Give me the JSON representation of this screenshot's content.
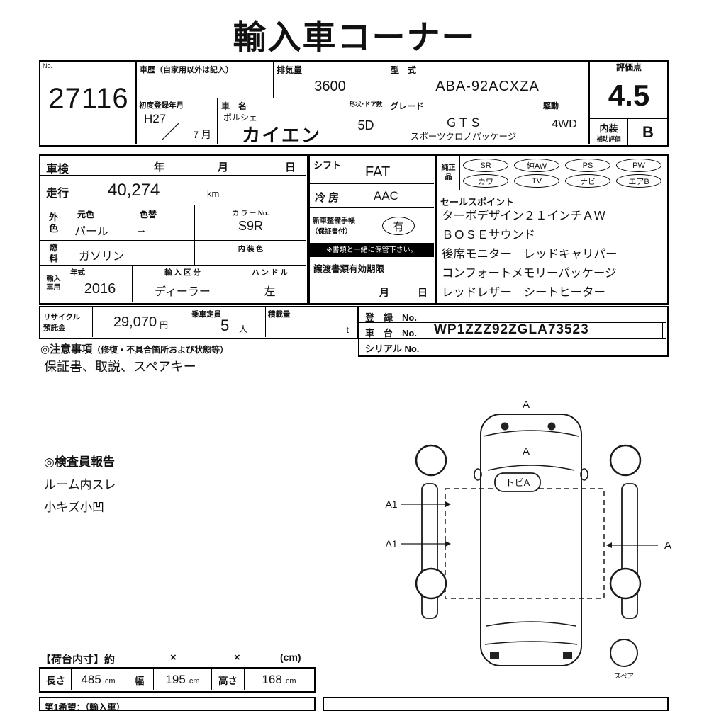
{
  "title": "輸入車コーナー",
  "header": {
    "no_label": "No.",
    "lot_number": "27116",
    "history_label": "車歴（自家用以外は記入）",
    "displacement_label": "排気量",
    "displacement_value": "3600",
    "model_code_label": "型　式",
    "model_code_value": "ABA-92ACXZA",
    "first_reg_label": "初度登録年月",
    "first_reg_year": "H27",
    "first_reg_slash": "／",
    "first_reg_month": "7 月",
    "car_name_label": "車　名",
    "maker": "ポルシェ",
    "car_name": "カイエン",
    "shape_label": "形状･ドア数",
    "shape_value": "5D",
    "grade_label": "グレード",
    "grade_value": "ＧＴＳ",
    "grade_sub": "スポーツクロノパッケージ",
    "drive_label": "駆動",
    "drive_value": "4WD"
  },
  "evaluation": {
    "score_label": "評価点",
    "score_value": "4.5",
    "interior_label": "内装",
    "aux_label": "補助評価",
    "interior_grade": "B"
  },
  "spec": {
    "shaken_label": "車検",
    "year_label": "年",
    "month_label": "月",
    "day_label": "日",
    "mileage_label": "走行",
    "mileage_value": "40,274",
    "mileage_unit": "km",
    "ext_color_top": "外",
    "ext_color_bottom": "色",
    "base_color_label": "元色",
    "color_change_label": "色替",
    "base_color_value": "パール",
    "arrow": "→",
    "color_no_label": "カ ラ ー No.",
    "color_no_value": "S9R",
    "fuel_top": "燃",
    "fuel_bottom": "料",
    "fuel_value": "ガソリン",
    "interior_color_label": "内 装 色",
    "import_top": "輸入",
    "import_bottom": "車用",
    "year_model_label": "年式",
    "year_model_value": "2016",
    "import_type_label": "輸 入 区 分",
    "import_type_value": "ディーラー",
    "handle_label": "ハ ン ド ル",
    "handle_value": "左"
  },
  "middle": {
    "shift_label": "シフト",
    "shift_value": "FAT",
    "ac_label": "冷 房",
    "ac_value": "AAC",
    "maintenance_label": "新車整備手帳",
    "maintenance_sub": "（保証書付）",
    "maintenance_value": "有",
    "keep_note": "※書類と一緒に保管下さい。",
    "transfer_label": "譲渡書類有効期限",
    "transfer_month": "月",
    "transfer_day": "日"
  },
  "options": {
    "label_top": "純正",
    "label_bottom": "品",
    "row1": [
      "SR",
      "純AW",
      "PS",
      "PW"
    ],
    "row2": [
      "カワ",
      "TV",
      "ナビ",
      "エアB"
    ]
  },
  "sales": {
    "label": "セールスポイント",
    "lines": [
      "ターボデザイン２１インチＡＷ",
      "ＢＯＳＥサウンド",
      "後席モニター　レッドキャリパー",
      "コンフォートメモリーパッケージ",
      "レッドレザー　シートヒーター"
    ]
  },
  "recycle": {
    "label_top": "リサイクル",
    "label_bottom": "預託金",
    "value": "29,070",
    "unit": "円",
    "seat_label": "乗車定員",
    "seat_value": "5",
    "seat_unit": "人",
    "load_label": "積載量",
    "load_unit": "t"
  },
  "registration": {
    "reg_label": "登　録　No.",
    "chassis_label": "車　台　No.",
    "chassis_value": "WP1ZZZ92ZGLA73523",
    "serial_label": "シリアル No."
  },
  "notes": {
    "header_main": "◎注意事項",
    "header_sub": "（修復・不具合箇所および状態等）",
    "content": "保証書、取説、スペアキー"
  },
  "inspector": {
    "header": "◎検査員報告",
    "lines": [
      "ルーム内スレ",
      "小キズ小凹"
    ]
  },
  "diagram": {
    "top_a": "A",
    "hood_a": "A",
    "tobi": "トビA",
    "a1_upper": "A1",
    "a1_lower": "A1",
    "right_a": "A",
    "spare": "スペア"
  },
  "dims": {
    "header": "【荷台内寸】約",
    "x1": "×",
    "x2": "×",
    "unit_note": "(cm)",
    "length_label": "長さ",
    "length_value": "485",
    "length_unit": "cm",
    "width_label": "幅",
    "width_value": "195",
    "width_unit": "cm",
    "height_label": "高さ",
    "height_value": "168",
    "height_unit": "cm"
  },
  "bottom": {
    "wish": "第1希望：（輸入車）"
  }
}
